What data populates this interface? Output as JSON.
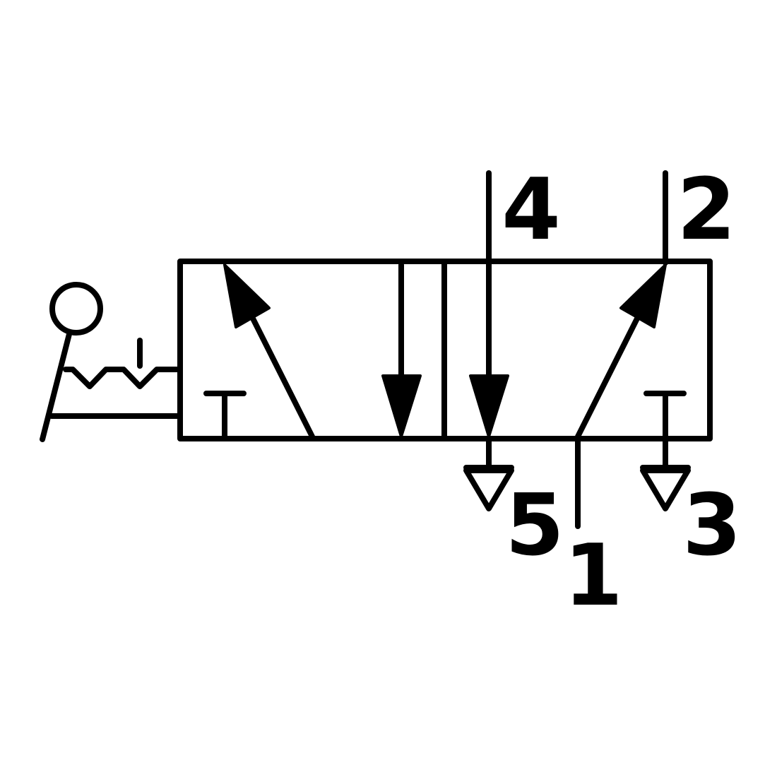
{
  "ports": {
    "p4": "4",
    "p2": "2",
    "p5": "5",
    "p1": "1",
    "p3": "3"
  }
}
